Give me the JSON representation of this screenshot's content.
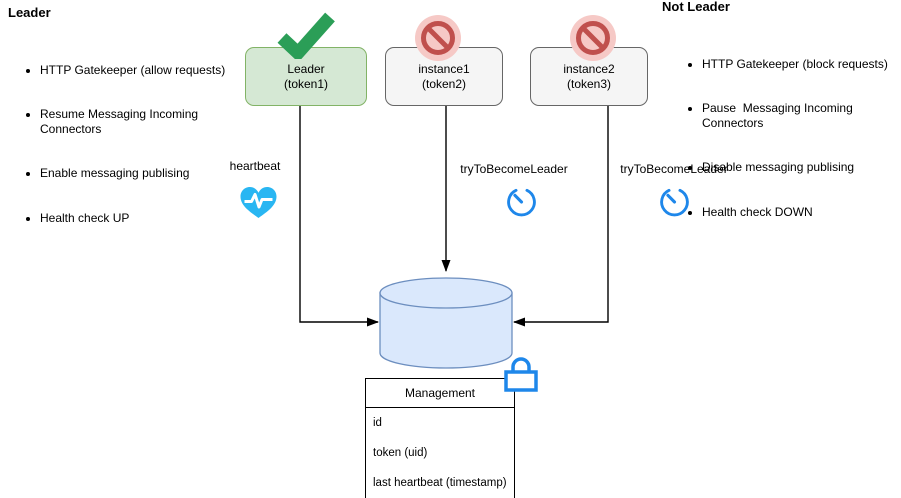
{
  "panels": {
    "leader": {
      "title": "Leader",
      "items": [
        "HTTP Gatekeeper (allow requests)",
        "Resume Messaging Incoming Connectors",
        "Enable messaging publising",
        "Health check UP"
      ]
    },
    "not_leader": {
      "title": "Not Leader",
      "items": [
        "HTTP Gatekeeper (block requests)",
        "Pause  Messaging Incoming Connectors",
        "Disable messaging publising",
        "Health check DOWN"
      ]
    }
  },
  "nodes": {
    "leader": {
      "name": "Leader",
      "token": "(token1)"
    },
    "instance1": {
      "name": "instance1",
      "token": "(token2)"
    },
    "instance2": {
      "name": "instance2",
      "token": "(token3)"
    }
  },
  "labels": {
    "heartbeat": "heartbeat",
    "try_to_become_leader_1": "tryToBecomeLeader",
    "try_to_become_leader_2": "tryToBecomeLeader"
  },
  "table": {
    "title": "Management",
    "rows": [
      "id",
      "token (uid)",
      "last heartbeat (timestamp)"
    ]
  },
  "icons": {
    "check": "check-icon",
    "ban1": "no-entry-icon",
    "ban2": "no-entry-icon",
    "heart": "heartbeat-icon",
    "timer1": "timer-icon",
    "timer2": "timer-icon",
    "lock": "lock-icon",
    "database": "database-cylinder"
  },
  "colors": {
    "leader_fill": "#d5e8d4",
    "leader_border": "#82b366",
    "instance_fill": "#f5f5f5",
    "instance_border": "#666666",
    "db_fill": "#dae8fc",
    "db_border": "#6c8ebf",
    "check_green": "#2b9e57",
    "ban_ring_red": "#c0504d",
    "ban_bg_pink": "#f6c9c6",
    "heart_blue": "#29b6f2",
    "timer_blue": "#1e87ea",
    "lock_blue": "#1e87ea",
    "arrow": "#000000"
  }
}
